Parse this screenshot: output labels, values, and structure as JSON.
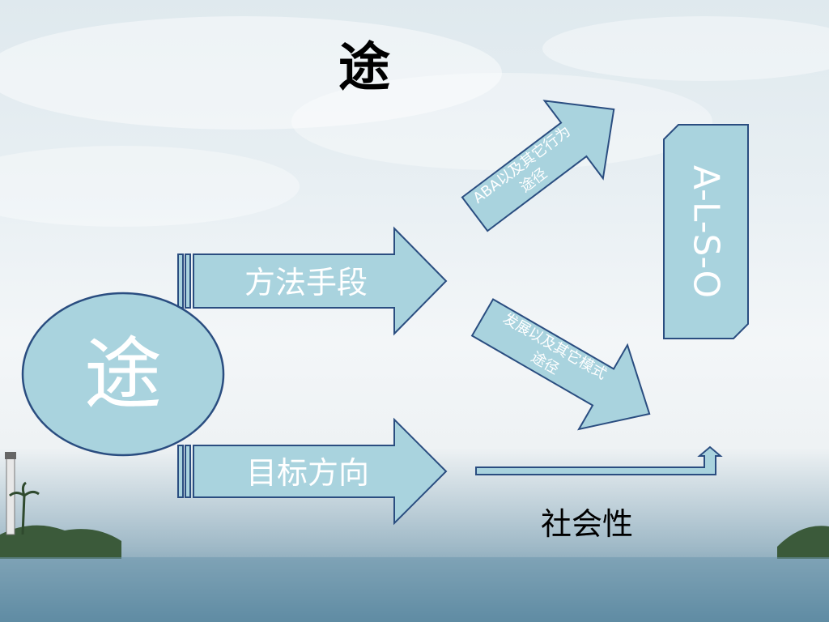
{
  "slide": {
    "title": "途",
    "center_node": "途",
    "arrow_method": "方法手段",
    "arrow_goal": "目标方向",
    "arrow_aba_line1": "ABA以及其它行为",
    "arrow_aba_line2": "途径",
    "arrow_develop_line1": "发展以及其它模式",
    "arrow_develop_line2": "途径",
    "side_box": "A-L-S-O",
    "bottom_label": "社会性"
  },
  "colors": {
    "fill": "#a9d3de",
    "stroke": "#2a4d80",
    "node_text": "#ffffff"
  }
}
